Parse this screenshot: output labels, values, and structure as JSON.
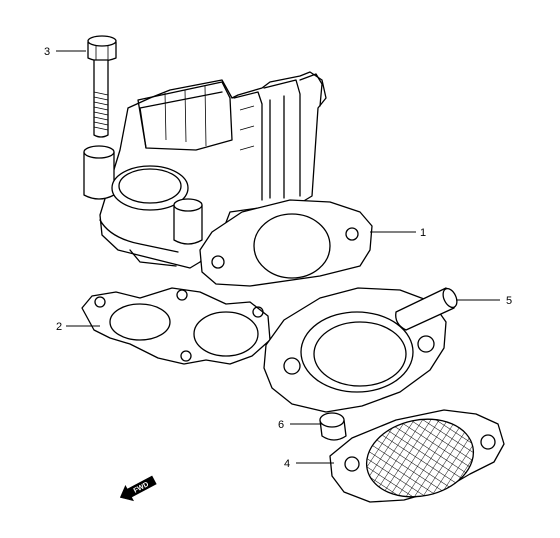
{
  "callouts": [
    {
      "id": "1",
      "label": "1"
    },
    {
      "id": "2",
      "label": "2"
    },
    {
      "id": "3",
      "label": "3"
    },
    {
      "id": "4",
      "label": "4"
    },
    {
      "id": "5",
      "label": "5"
    },
    {
      "id": "6",
      "label": "6"
    }
  ],
  "direction_marker": {
    "label": "FWD",
    "icon": "arrow-left-icon"
  }
}
